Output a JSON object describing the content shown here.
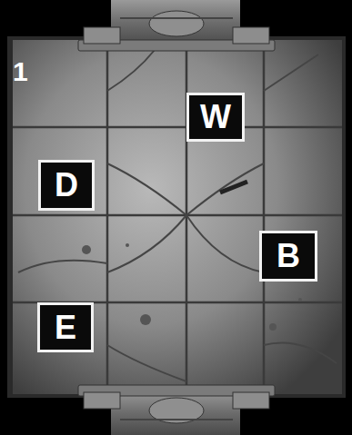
{
  "diagram": {
    "nodes": [
      {
        "text": [
          "W"
        ]
      },
      {
        "text": [
          "D"
        ]
      },
      {
        "text": [
          "B"
        ]
      },
      {
        "text": [
          "E"
        ]
      }
    ],
    "labels": [
      "1"
    ]
  }
}
